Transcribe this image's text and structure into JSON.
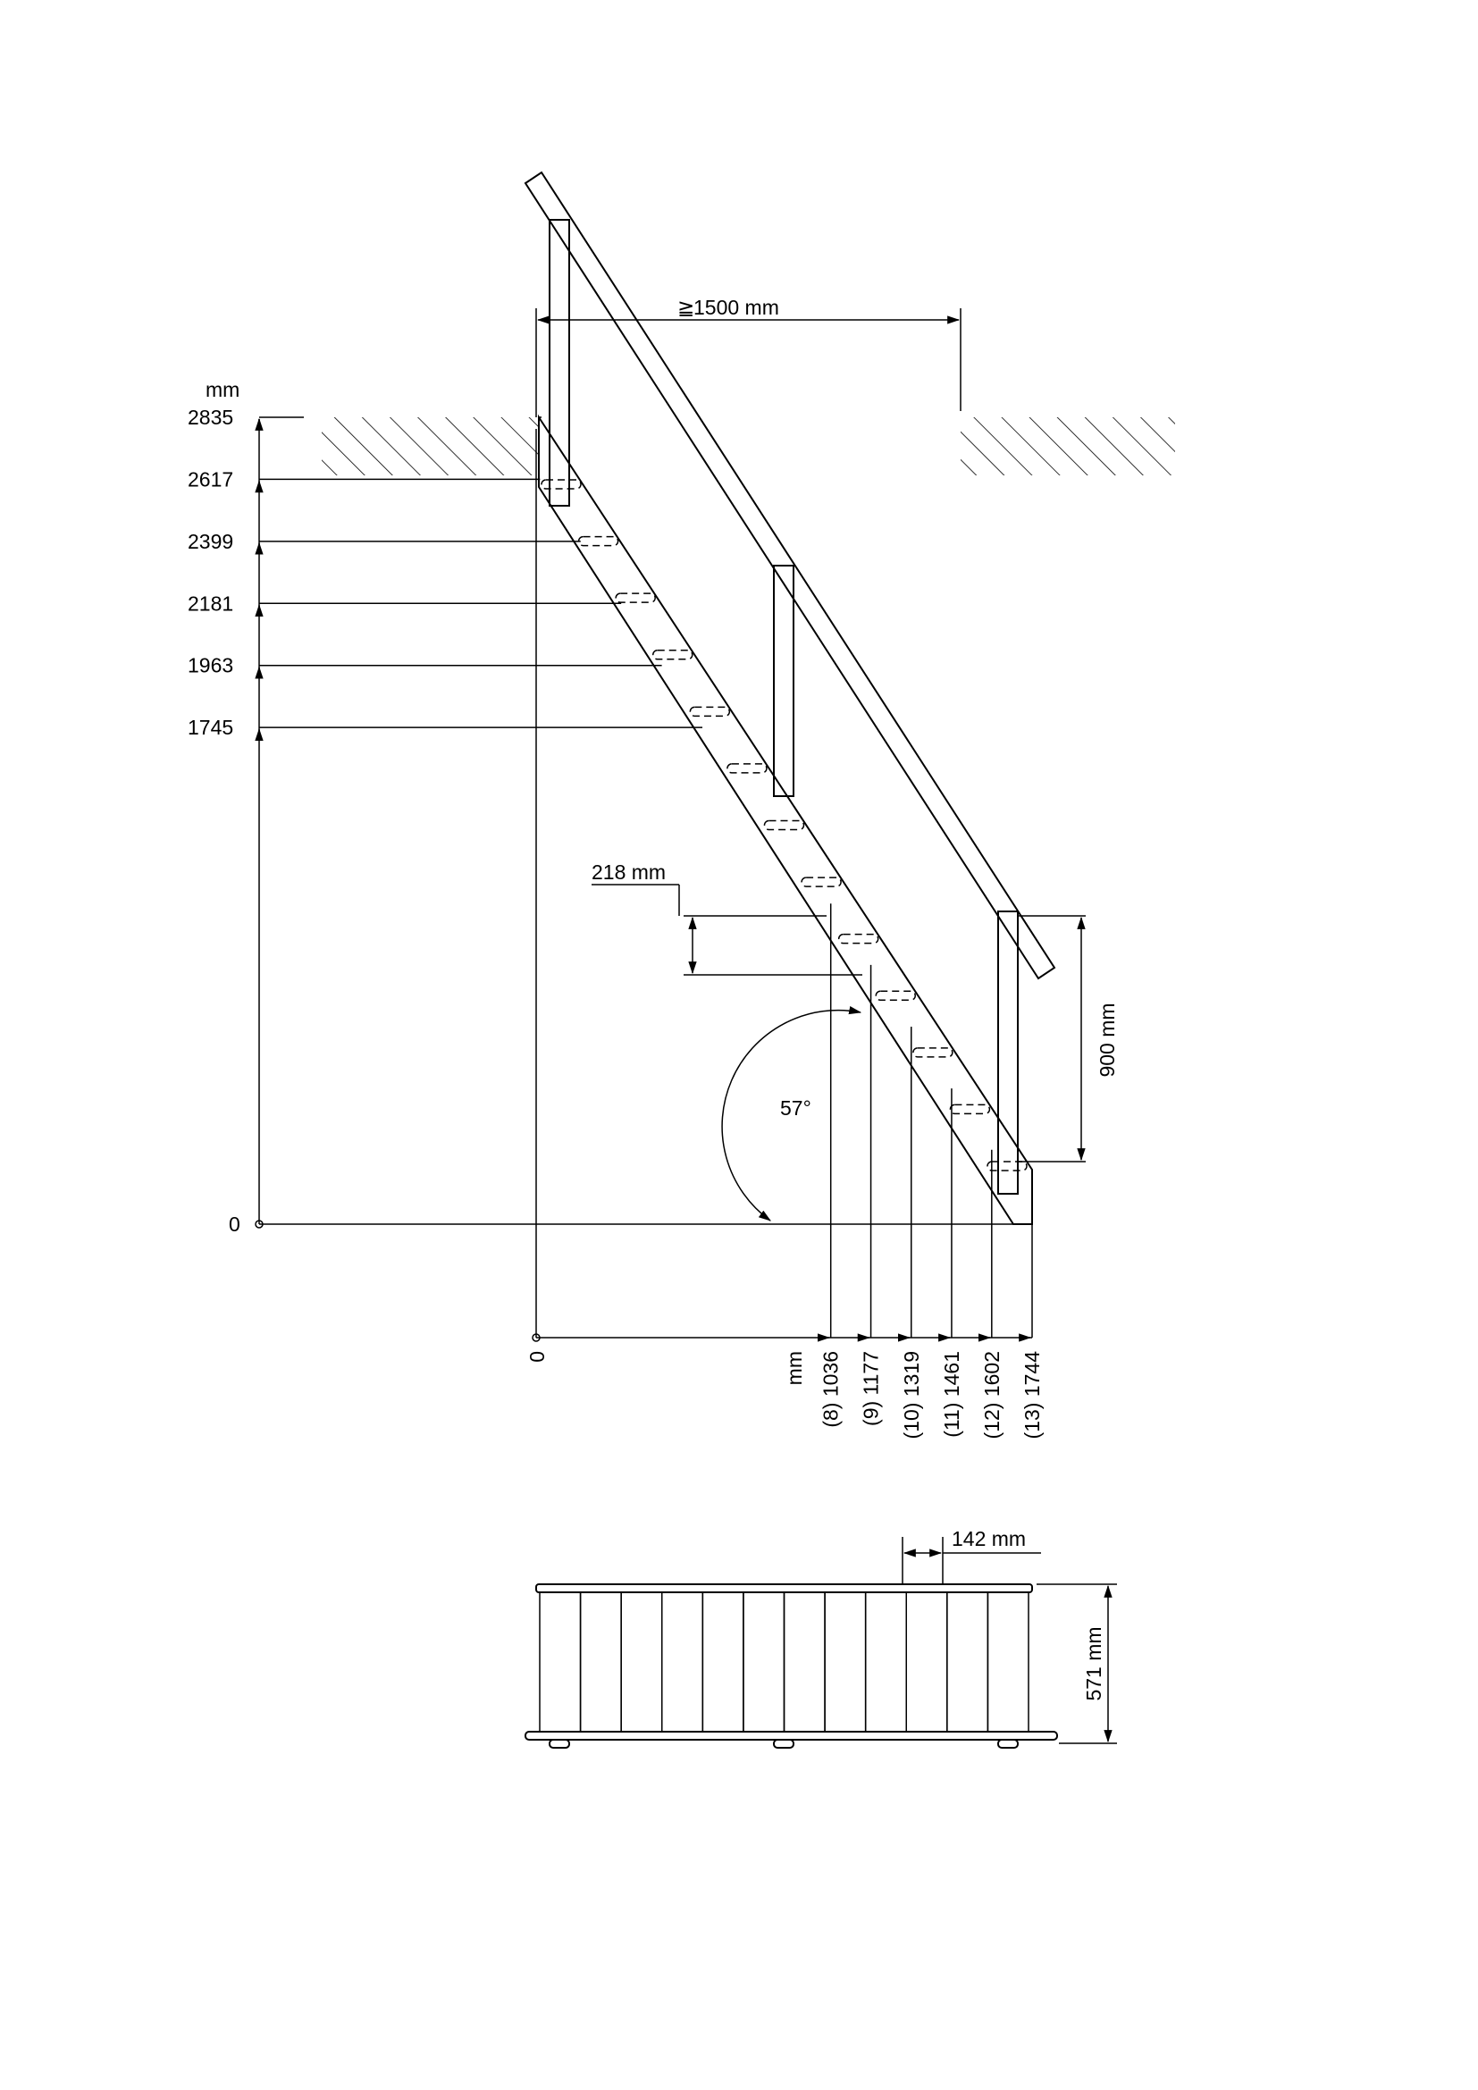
{
  "units_label": "mm",
  "height_levels": [
    {
      "label": "2835",
      "mm": 2835
    },
    {
      "label": "2617",
      "mm": 2617
    },
    {
      "label": "2399",
      "mm": 2399
    },
    {
      "label": "2181",
      "mm": 2181
    },
    {
      "label": "1963",
      "mm": 1963
    },
    {
      "label": "1745",
      "mm": 1745
    }
  ],
  "floor_zero_label": "0",
  "run_zero_label": "0",
  "run_unit_label": "mm",
  "run_positions": [
    {
      "label": "(8) 1036",
      "step": 8,
      "mm": 1036
    },
    {
      "label": "(9) 1177",
      "step": 9,
      "mm": 1177
    },
    {
      "label": "(10) 1319",
      "step": 10,
      "mm": 1319
    },
    {
      "label": "(11) 1461",
      "step": 11,
      "mm": 1461
    },
    {
      "label": "(12) 1602",
      "step": 12,
      "mm": 1602
    },
    {
      "label": "(13) 1744",
      "step": 13,
      "mm": 1744
    }
  ],
  "headroom_label": "1500 mm",
  "headroom_symbol": "≧",
  "riser_label": "218 mm",
  "angle_label": "57°",
  "railing_height_label": "900 mm",
  "tread_depth_label": "142 mm",
  "stair_width_label": "571 mm",
  "step_count": 13,
  "plan_plank_count": 12
}
